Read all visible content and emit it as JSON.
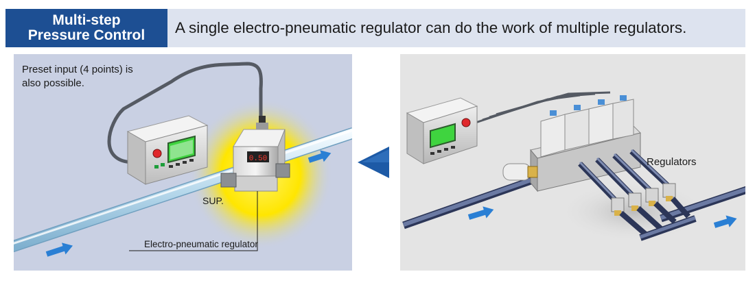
{
  "header": {
    "badge_line1": "Multi-step",
    "badge_line2": "Pressure Control",
    "headline": "A single electro-pneumatic regulator can do the work of multiple regulators."
  },
  "left_panel": {
    "note_line1": "Preset input (4 points) is",
    "note_line2": "also possible.",
    "supply_label": "SUP.",
    "regulator_label": "Electro-pneumatic regulator",
    "display_value": "0.50"
  },
  "right_panel": {
    "regulators_label": "Regulators"
  },
  "colors": {
    "badge": "#1d4f93",
    "header_band": "#dde3ef",
    "left_background": "#c9d0e3",
    "right_background": "#e4e4e4",
    "flow_arrow": "#2a7fd4",
    "glow": "#ffe600",
    "pointer_triangle": "#1d5aa6"
  },
  "icons": [
    "flow-arrow-icon",
    "direction-triangle-icon",
    "controller-unit-icon",
    "regulator-unit-icon",
    "air-pipe-icon"
  ]
}
